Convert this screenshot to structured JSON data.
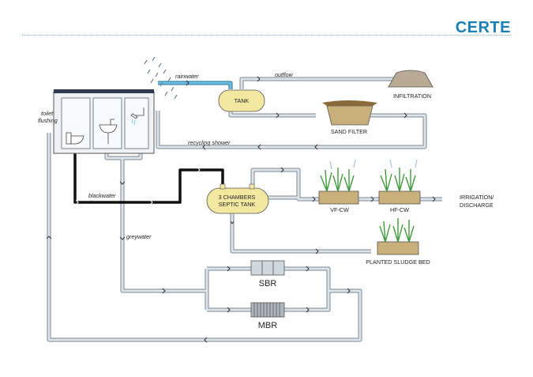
{
  "header": {
    "brand": "CERTE"
  },
  "diagram": {
    "flow_labels": {
      "rainwater": "rainwater",
      "outflow": "outflow",
      "recycling_shower": "recycling shower",
      "blackwater": "blackwater",
      "greywater": "greywater",
      "toilet_flushing": [
        "toilet",
        "flushing"
      ]
    },
    "components": {
      "tank": "TANK",
      "septic_tank": [
        "3 CHAMBERS",
        "SEPTIC TANK"
      ],
      "infiltration": "INFILTRATION",
      "sand_filter": "SAND FILTER",
      "vf_cw": "VF-CW",
      "hf_cw": "HF-CW",
      "irrigation": [
        "IRRIGATION/",
        "DISCHARGE"
      ],
      "sludge_bed": "PLANTED SLUDGE BED",
      "sbr": "SBR",
      "mbr": "MBR"
    },
    "colors": {
      "pipe_grey": "#b9c1c9",
      "pipe_light": "#dde4ea",
      "rain_pipe": "#4aa0c8",
      "blackwater_pipe": "#111111",
      "tank_fill": "#f4e7a0",
      "soil": "#c9b07a",
      "plant": "#3f9b3a",
      "brand": "#1a7fb3"
    }
  }
}
